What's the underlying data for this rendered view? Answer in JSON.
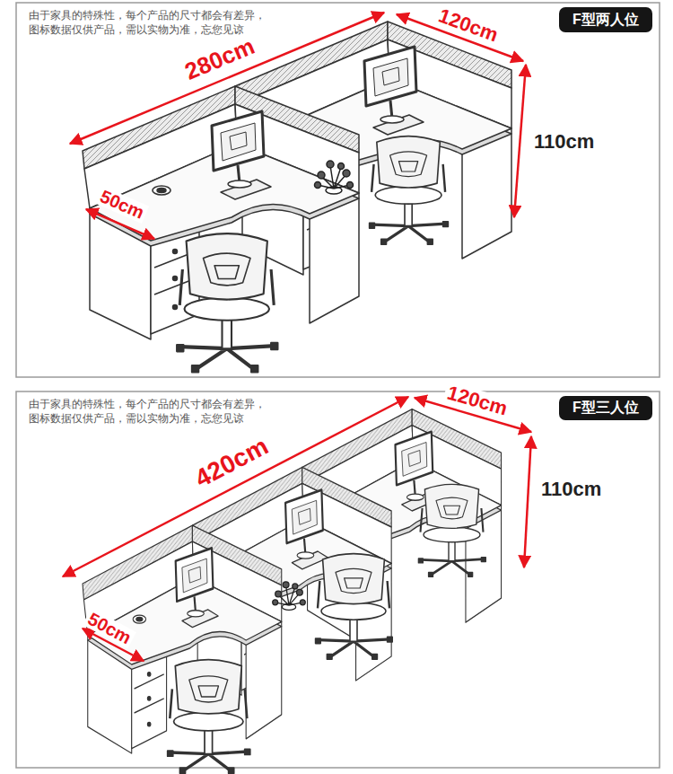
{
  "diagram": {
    "nodes": [
      {
        "text": [
          "F型两人位"
        ]
      },
      {
        "text": [
          "F型三人位"
        ]
      }
    ],
    "labels": [
      "由于家具的特殊性，每个产品的尺寸都会有差异， 图标数据仅供产品，需以实物为准，忘您见谅",
      "280cm",
      "120cm",
      "110cm",
      "50cm",
      "由于家具的特殊性，每个产品的尺寸都会有差异， 图标数据仅供产品，需以实物为准，忘您见谅",
      "420cm",
      "120cm",
      "110cm",
      "50cm"
    ]
  }
}
